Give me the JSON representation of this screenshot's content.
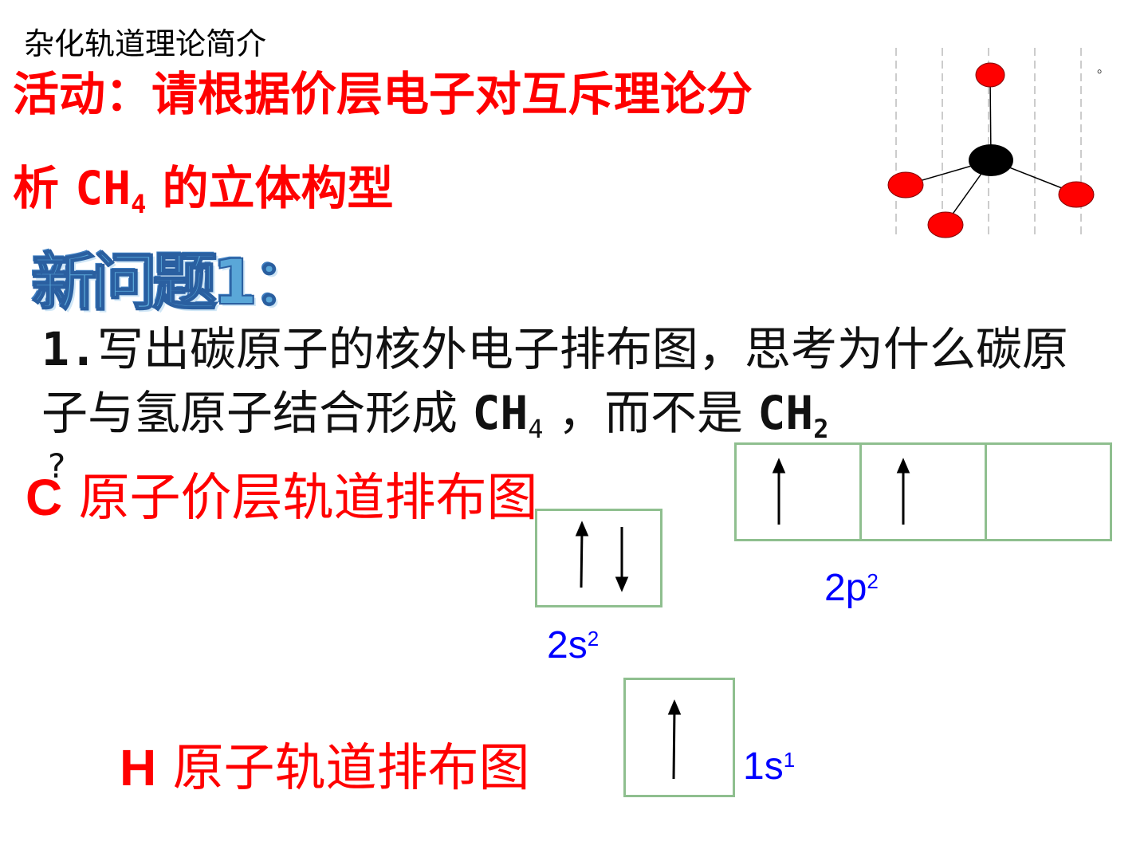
{
  "slide": {
    "top_title": "杂化轨道理论简介",
    "activity_line1": "活动：请根据价层电子对互斥理论分",
    "activity_line2_prefix": "析",
    "activity_formula_base": "CH",
    "activity_formula_sub": "4",
    "activity_line2_suffix": "的立体构型",
    "new_question": "新问题1：",
    "question": {
      "part1": "1.",
      "part2": "写出碳原子的核外电子排布图，思考为什么碳原子与氢原子结合形成",
      "formula1_base": "CH",
      "formula1_sub": "4",
      "middle": "，而不是",
      "formula2_base": "CH",
      "formula2_sub": "2",
      "end": "?"
    },
    "c_label_symbol": "C",
    "c_label_text": "原子价层轨道排布图",
    "h_label_symbol": "H",
    "h_label_text": "原子轨道排布图",
    "orbital_2s": {
      "base": "2s",
      "sup": "2"
    },
    "orbital_2p": {
      "base": "2p",
      "sup": "2"
    },
    "orbital_1s": {
      "base": "1s",
      "sup": "1"
    },
    "small_mark": "。"
  },
  "colors": {
    "red": "#ff0000",
    "blue": "#0000ff",
    "box_border": "#8fbf8f",
    "wordart": "#5aa7d8"
  }
}
